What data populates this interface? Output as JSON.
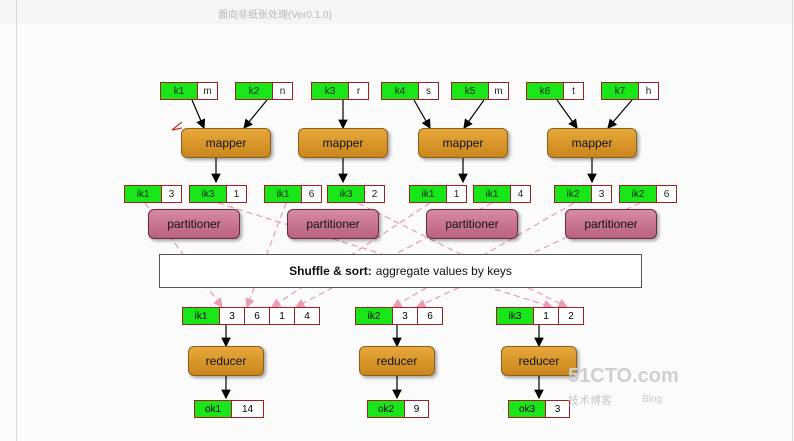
{
  "caption": "面向非纸张处理(Ver0.1.0)",
  "inputs": [
    {
      "k": "k1",
      "v": "m"
    },
    {
      "k": "k2",
      "v": "n"
    },
    {
      "k": "k3",
      "v": "r"
    },
    {
      "k": "k4",
      "v": "s"
    },
    {
      "k": "k5",
      "v": "m"
    },
    {
      "k": "k6",
      "v": "t"
    },
    {
      "k": "k7",
      "v": "h"
    }
  ],
  "mapper_label": "mapper",
  "partitioner_label": "partitioner",
  "intermediate": [
    {
      "k": "ik1",
      "v": "3"
    },
    {
      "k": "ik3",
      "v": "1"
    },
    {
      "k": "ik1",
      "v": "6"
    },
    {
      "k": "ik3",
      "v": "2"
    },
    {
      "k": "ik1",
      "v": "1"
    },
    {
      "k": "ik1",
      "v": "4"
    },
    {
      "k": "ik2",
      "v": "3"
    },
    {
      "k": "ik2",
      "v": "6"
    }
  ],
  "shuffle": {
    "bold": "Shuffle & sort:",
    "rest": "aggregate values by keys"
  },
  "reducer_inputs": [
    {
      "k": "ik1",
      "values": [
        "3",
        "6",
        "1",
        "4"
      ]
    },
    {
      "k": "ik2",
      "values": [
        "3",
        "6"
      ]
    },
    {
      "k": "ik3",
      "values": [
        "1",
        "2"
      ]
    }
  ],
  "reducer_label": "reducer",
  "outputs": [
    {
      "k": "ok1",
      "v": "14"
    },
    {
      "k": "ok2",
      "v": "9"
    },
    {
      "k": "ok3",
      "v": "3"
    }
  ],
  "watermark": {
    "line1": "51CTO.com",
    "line2": "技术博客",
    "line3": "Blog"
  },
  "colors": {
    "key_green": "#19e619",
    "mapper": "#d9972a",
    "partitioner": "#c77391",
    "dashed": "#e89ab8",
    "border": "#a02020"
  }
}
